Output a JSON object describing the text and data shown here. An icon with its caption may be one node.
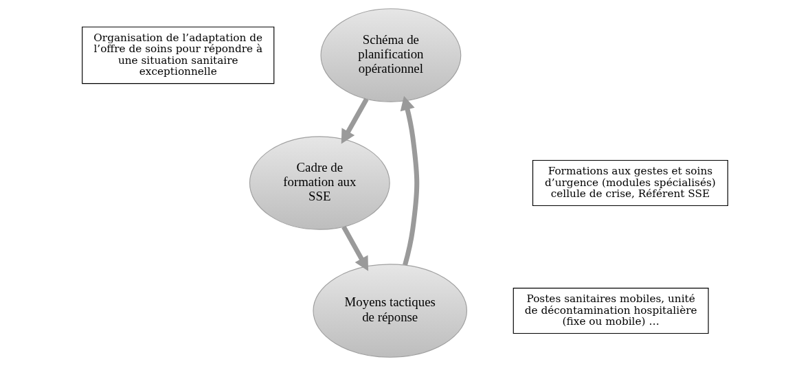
{
  "diagram": {
    "nodes": [
      {
        "text": [
          "Organisation de l’adaptation de l’offre de soins pour répondre à une situation sanitaire exceptionnelle"
        ]
      },
      {
        "text": [
          "Schéma de planification opérationnel"
        ]
      },
      {
        "text": [
          "Cadre de formation aux SSE"
        ]
      },
      {
        "text": [
          "Formations aux gestes et soins d’urgence (modules spécialisés) cellule de crise, Référent SSE"
        ]
      },
      {
        "text": [
          "Moyens tactiques de réponse"
        ]
      },
      {
        "text": [
          "Postes sanitaires mobiles, unité de décontamination hospitalière (fixe ou mobile) …"
        ]
      }
    ],
    "edges": [
      {
        "from": 1,
        "to": 2,
        "arrow": "to"
      },
      {
        "from": 2,
        "to": 4,
        "arrow": "to"
      },
      {
        "from": 4,
        "to": 1,
        "arrow": "to"
      }
    ]
  }
}
